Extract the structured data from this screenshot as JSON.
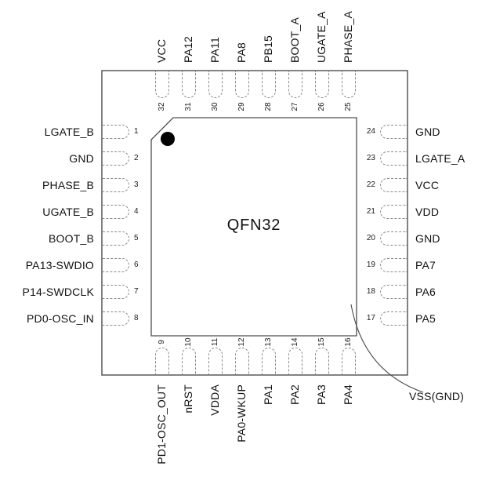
{
  "figure": {
    "package_label": "QFN32",
    "exposed_pad_label": "VSS(GND)"
  },
  "pins": {
    "left": [
      {
        "num": "1",
        "label": "LGATE_B"
      },
      {
        "num": "2",
        "label": "GND"
      },
      {
        "num": "3",
        "label": "PHASE_B"
      },
      {
        "num": "4",
        "label": "UGATE_B"
      },
      {
        "num": "5",
        "label": "BOOT_B"
      },
      {
        "num": "6",
        "label": "PA13-SWDIO"
      },
      {
        "num": "7",
        "label": "P14-SWDCLK"
      },
      {
        "num": "8",
        "label": "PD0-OSC_IN"
      }
    ],
    "bottom": [
      {
        "num": "9",
        "label": "PD1-OSC_OUT"
      },
      {
        "num": "10",
        "label": "nRST"
      },
      {
        "num": "11",
        "label": "VDDA"
      },
      {
        "num": "12",
        "label": "PA0-WKUP"
      },
      {
        "num": "13",
        "label": "PA1"
      },
      {
        "num": "14",
        "label": "PA2"
      },
      {
        "num": "15",
        "label": "PA3"
      },
      {
        "num": "16",
        "label": "PA4"
      }
    ],
    "right": [
      {
        "num": "24",
        "label": "GND"
      },
      {
        "num": "23",
        "label": "LGATE_A"
      },
      {
        "num": "22",
        "label": "VCC"
      },
      {
        "num": "21",
        "label": "VDD"
      },
      {
        "num": "20",
        "label": "GND"
      },
      {
        "num": "19",
        "label": "PA7"
      },
      {
        "num": "18",
        "label": "PA6"
      },
      {
        "num": "17",
        "label": "PA5"
      }
    ],
    "top": [
      {
        "num": "32",
        "label": "VCC"
      },
      {
        "num": "31",
        "label": "PA12"
      },
      {
        "num": "30",
        "label": "PA11"
      },
      {
        "num": "29",
        "label": "PA8"
      },
      {
        "num": "28",
        "label": "PB15"
      },
      {
        "num": "27",
        "label": "BOOT_A"
      },
      {
        "num": "26",
        "label": "UGATE_A"
      },
      {
        "num": "25",
        "label": "PHASE_A"
      }
    ]
  },
  "colors": {
    "ink": "#161616",
    "outline": "#4d4d4d",
    "pin_outline": "#8a8a8a",
    "pin1_dot": "#000000"
  }
}
